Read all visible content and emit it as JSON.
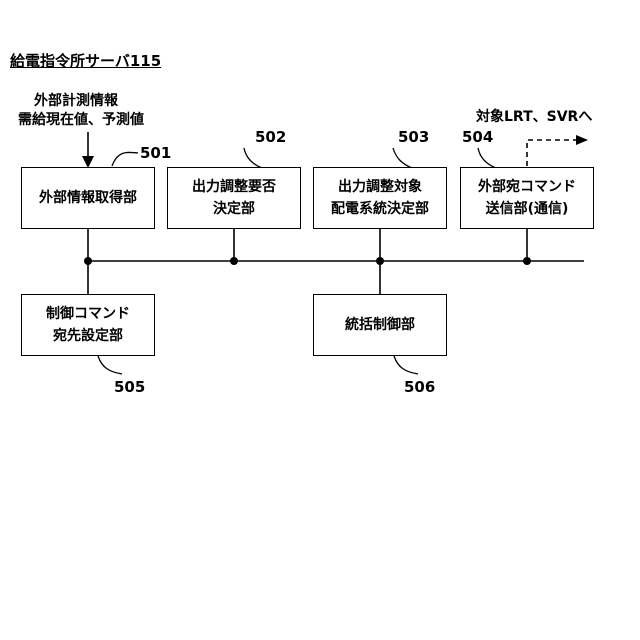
{
  "diagram": {
    "title": "給電指令所サーバ115",
    "input_label": [
      "外部計測情報",
      "需給現在値、予測値"
    ],
    "output_label": "対象LRT、SVRへ",
    "blocks": [
      {
        "id": "501",
        "lines": [
          "外部情報取得部"
        ]
      },
      {
        "id": "502",
        "lines": [
          "出力調整要否",
          "決定部"
        ]
      },
      {
        "id": "503",
        "lines": [
          "出力調整対象",
          "配電系統決定部"
        ]
      },
      {
        "id": "504",
        "lines": [
          "外部宛コマンド",
          "送信部(通信)"
        ]
      },
      {
        "id": "505",
        "lines": [
          "制御コマンド",
          "宛先設定部"
        ]
      },
      {
        "id": "506",
        "lines": [
          "統括制御部"
        ]
      }
    ]
  }
}
